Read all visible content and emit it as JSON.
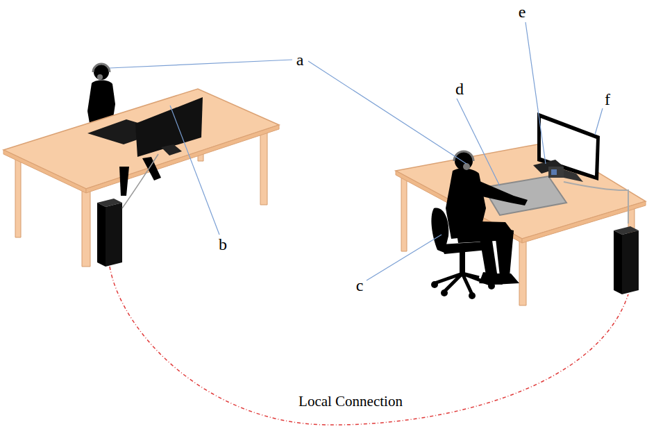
{
  "diagram": {
    "labels": [
      "a",
      "b",
      "c",
      "d",
      "e",
      "f",
      "Local Connection"
    ]
  }
}
